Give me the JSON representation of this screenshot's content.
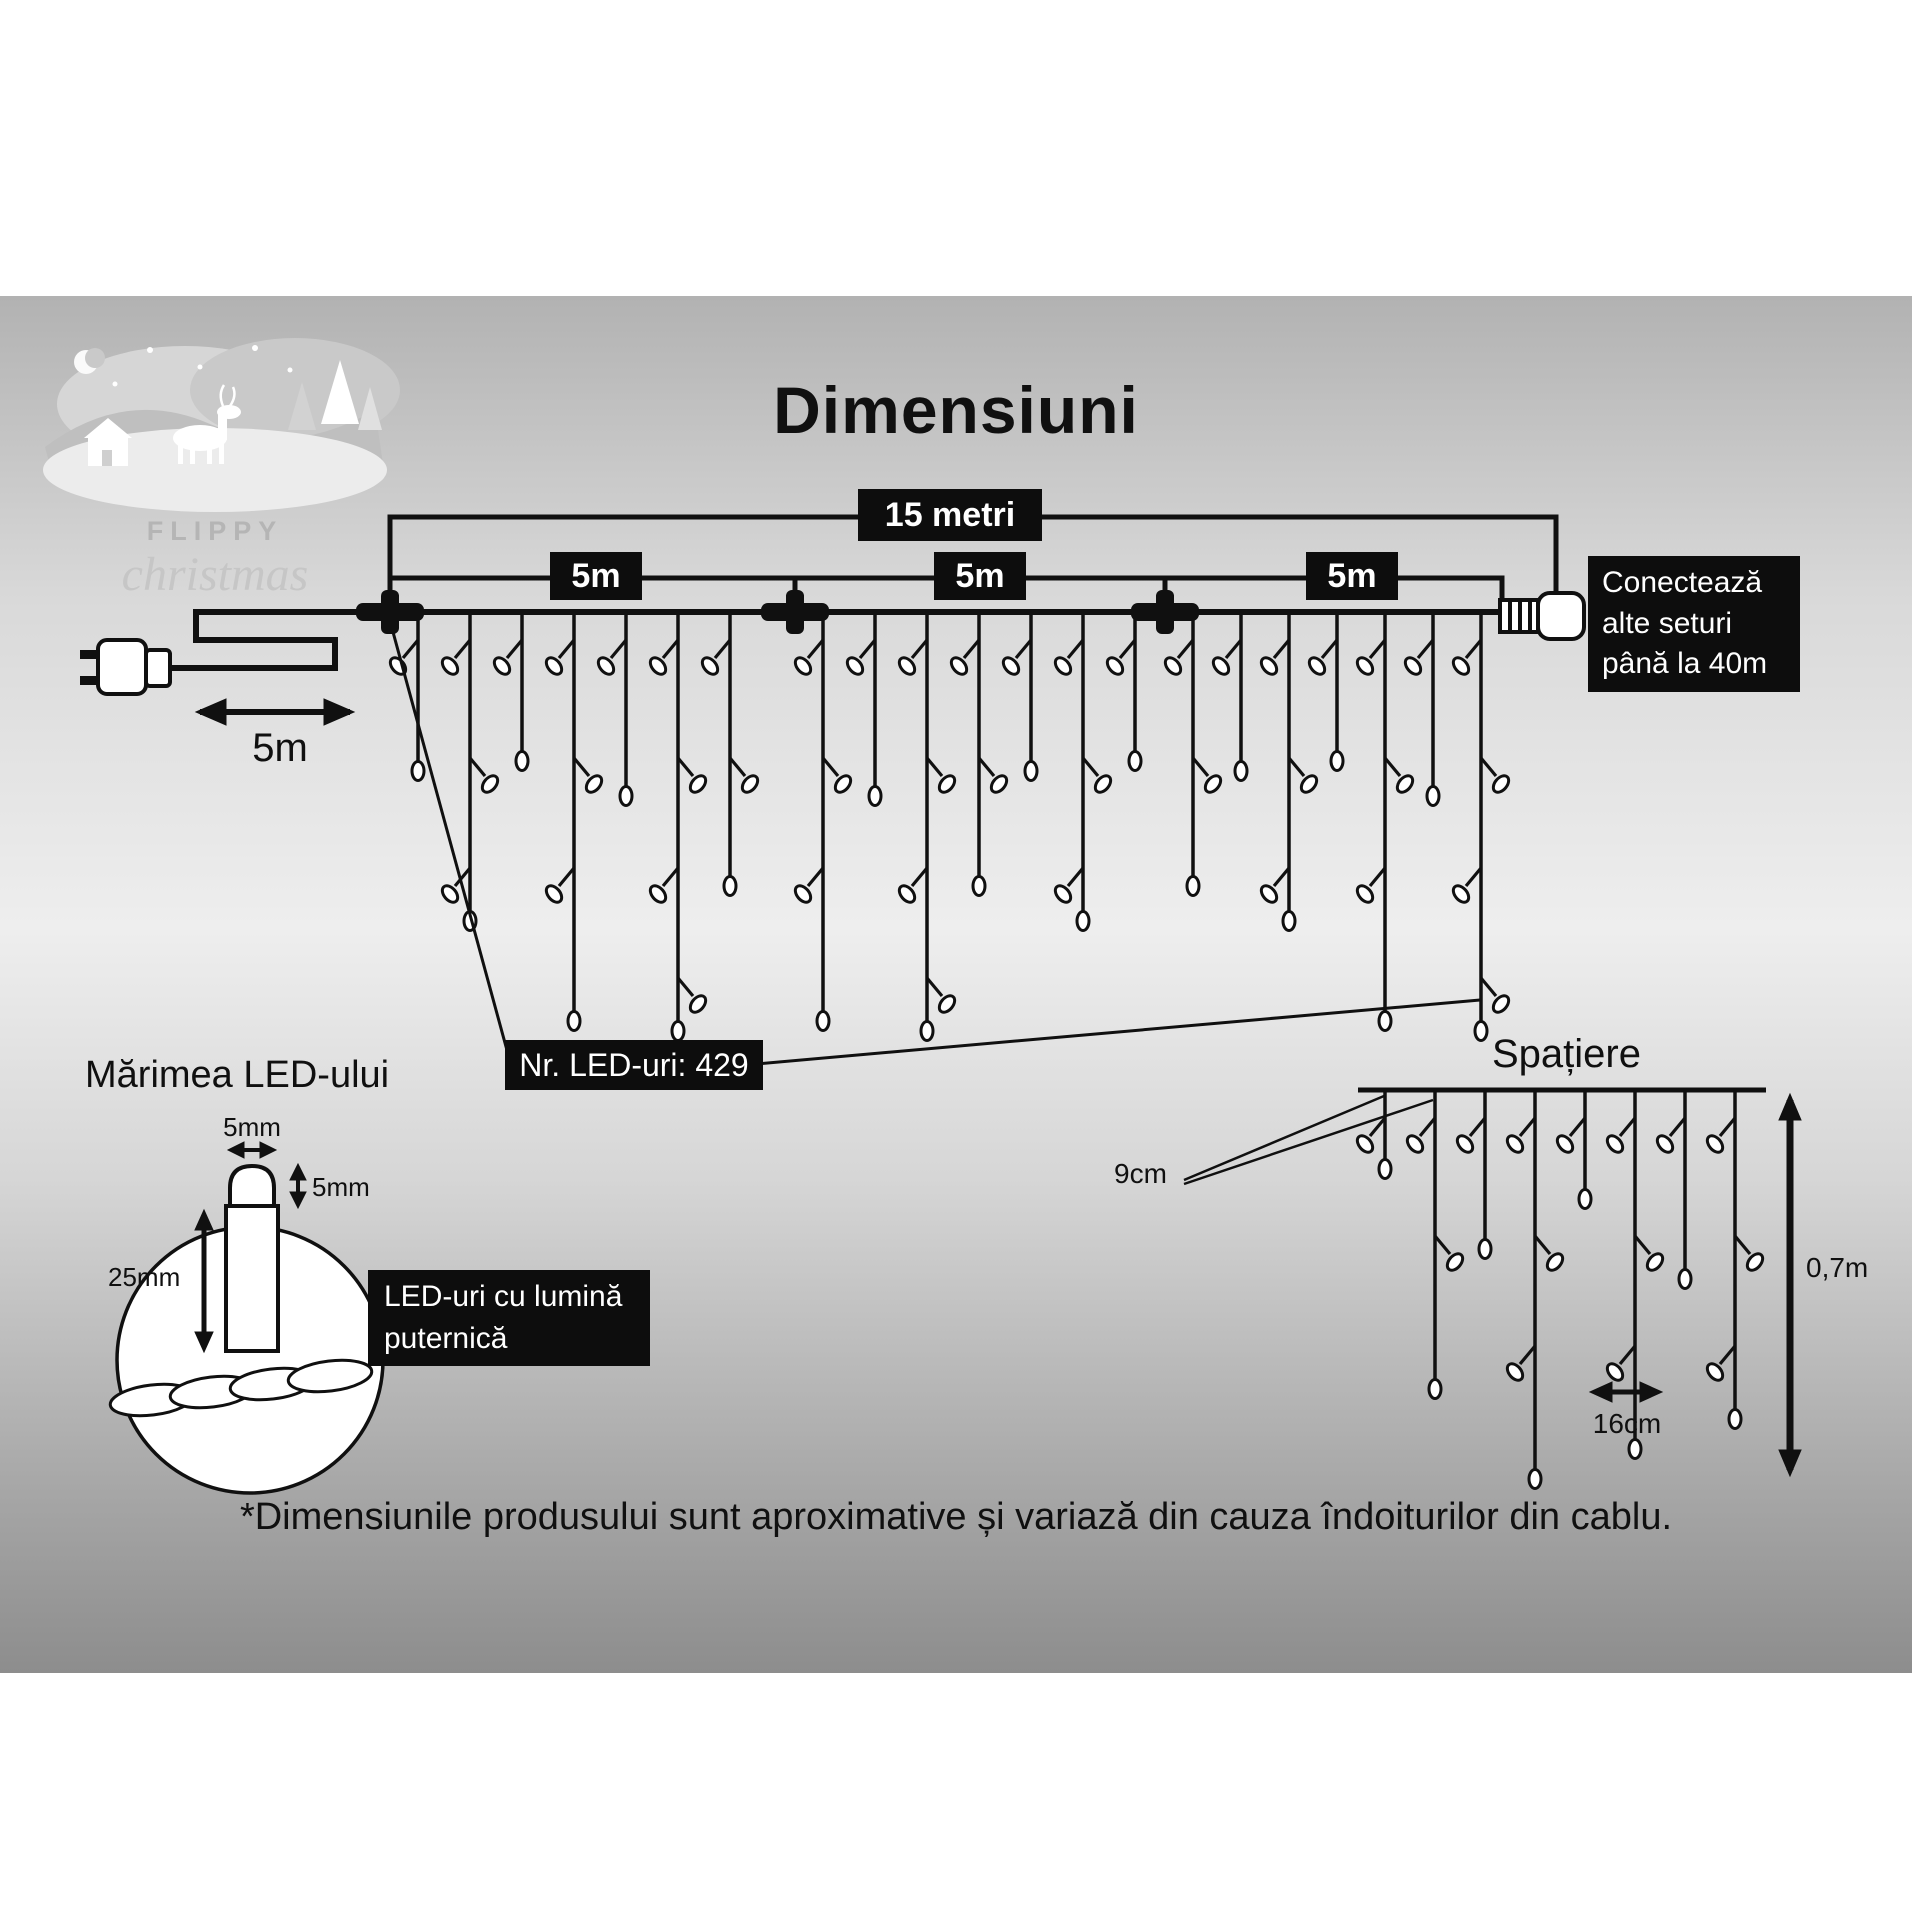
{
  "logo": {
    "brand": "FLIPPY",
    "script": "christmas"
  },
  "title": "Dimensiuni",
  "diagram": {
    "total_length_label": "15 metri",
    "section_labels": [
      "5m",
      "5m",
      "5m"
    ],
    "lead_cable_label": "5m",
    "connect_box_lines": [
      "Conectează",
      "alte seturi",
      "până la 40m"
    ],
    "led_count_label": "Nr. LED-uri: 429"
  },
  "led_size": {
    "heading": "Mărimea LED-ului",
    "cap_width_label": "5mm",
    "cap_height_label": "5mm",
    "body_height_label": "25mm",
    "note_lines": [
      "LED-uri cu lumină",
      "puternică"
    ]
  },
  "spacing": {
    "heading": "Spațiere",
    "strand_spacing_label": "9cm",
    "horizontal_spacing_label": "16cm",
    "drop_height_label": "0,7m"
  },
  "footnote": "*Dimensiunile produsului sunt aproximative și variază din cauza îndoiturilor din cablu."
}
